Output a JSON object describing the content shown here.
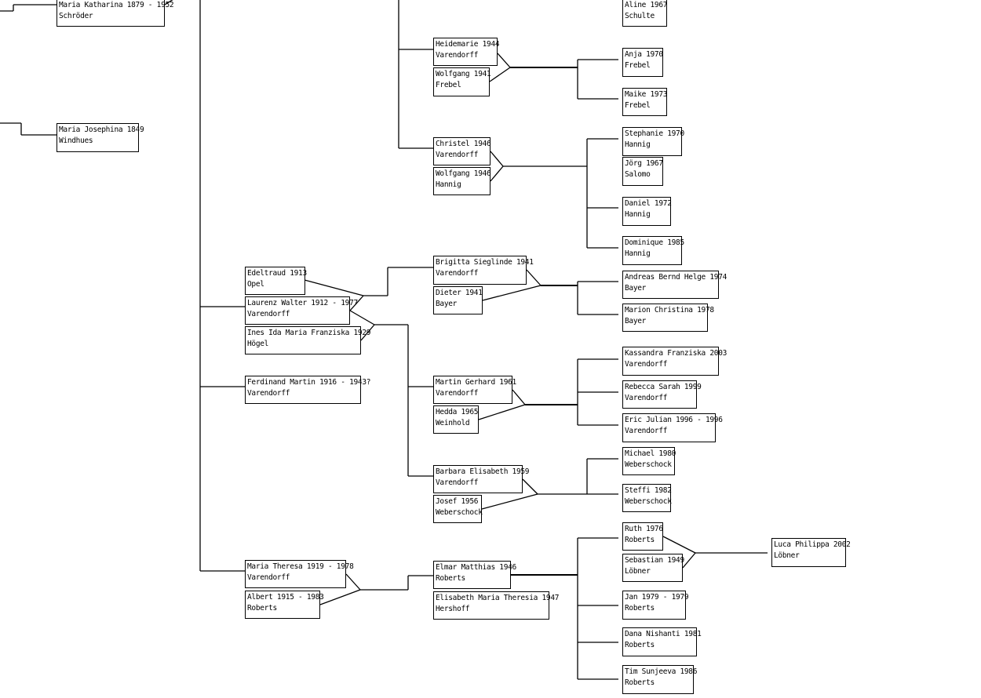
{
  "people": {
    "maria_katharina": {
      "name": "Maria Katharina 1879 - 1952",
      "surname": "Schröder"
    },
    "maria_josephina": {
      "name": "Maria Josephina 1849",
      "surname": "Windhues"
    },
    "edeltraud": {
      "name": "Edeltraud 1913",
      "surname": "Opel"
    },
    "laurenz_walter": {
      "name": "Laurenz Walter 1912 - 1977",
      "surname": "Varendorff"
    },
    "ines_ida": {
      "name": "Ines Ida Maria Franziska 1929",
      "surname": "Högel"
    },
    "ferdinand_martin": {
      "name": "Ferdinand Martin 1916 - 1943?",
      "surname": "Varendorff"
    },
    "maria_theresa": {
      "name": "Maria Theresa 1919 - 1978",
      "surname": "Varendorff"
    },
    "albert": {
      "name": "Albert 1915 - 1983",
      "surname": "Roberts"
    },
    "heidemarie": {
      "name": "Heidemarie 1944",
      "surname": "Varendorff"
    },
    "wolfgang_frebel": {
      "name": "Wolfgang 1941",
      "surname": "Frebel"
    },
    "christel": {
      "name": "Christel 1946",
      "surname": "Varendorff"
    },
    "wolfgang_hannig": {
      "name": "Wolfgang 1946",
      "surname": "Hannig"
    },
    "brigitta": {
      "name": "Brigitta Sieglinde 1941",
      "surname": "Varendorff"
    },
    "dieter": {
      "name": "Dieter 1941",
      "surname": "Bayer"
    },
    "martin_gerhard": {
      "name": "Martin Gerhard 1961",
      "surname": "Varendorff"
    },
    "hedda": {
      "name": "Hedda 1965",
      "surname": "Weinhold"
    },
    "barbara": {
      "name": "Barbara Elisabeth 1959",
      "surname": "Varendorff"
    },
    "josef": {
      "name": "Josef 1956",
      "surname": "Weberschock"
    },
    "elmar": {
      "name": "Elmar Matthias 1946",
      "surname": "Roberts"
    },
    "elisabeth_maria": {
      "name": "Elisabeth Maria Theresia 1947",
      "surname": "Hershoff"
    },
    "aline": {
      "name": "Aline 1967",
      "surname": "Schulte"
    },
    "anja": {
      "name": "Anja 1970",
      "surname": "Frebel"
    },
    "maike": {
      "name": "Maike 1973",
      "surname": "Frebel"
    },
    "stephanie": {
      "name": "Stephanie 1970",
      "surname": "Hannig"
    },
    "joerg": {
      "name": "Jörg 1967",
      "surname": "Salomo"
    },
    "daniel": {
      "name": "Daniel 1972",
      "surname": "Hannig"
    },
    "dominique": {
      "name": "Dominique 1985",
      "surname": "Hannig"
    },
    "andreas": {
      "name": "Andreas Bernd Helge 1974",
      "surname": "Bayer"
    },
    "marion": {
      "name": "Marion Christina 1978",
      "surname": "Bayer"
    },
    "kassandra": {
      "name": "Kassandra Franziska 2003",
      "surname": "Varendorff"
    },
    "rebecca": {
      "name": "Rebecca Sarah 1999",
      "surname": "Varendorff"
    },
    "eric": {
      "name": "Eric Julian 1996 - 1996",
      "surname": "Varendorff"
    },
    "michael": {
      "name": "Michael 1980",
      "surname": "Weberschock"
    },
    "steffi": {
      "name": "Steffi 1982",
      "surname": "Weberschock"
    },
    "ruth": {
      "name": "Ruth 1976",
      "surname": "Roberts"
    },
    "sebastian": {
      "name": "Sebastian 1949",
      "surname": "Löbner"
    },
    "jan": {
      "name": "Jan 1979 - 1979",
      "surname": "Roberts"
    },
    "dana": {
      "name": "Dana Nishanti 1981",
      "surname": "Roberts"
    },
    "tim": {
      "name": "Tim Sunjeeva 1986",
      "surname": "Roberts"
    },
    "luca": {
      "name": "Luca Philippa 2002",
      "surname": "Löbner"
    }
  }
}
